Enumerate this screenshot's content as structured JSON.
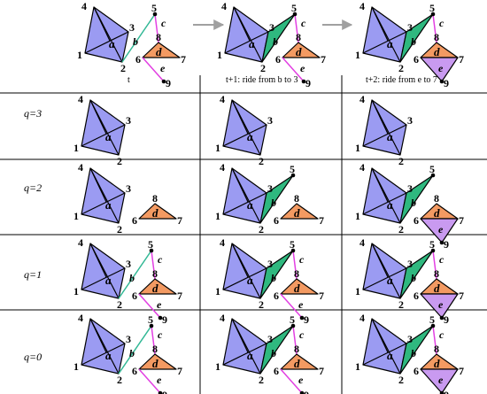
{
  "columns": [
    "t",
    "t+1: ride from b to 3",
    "t+2: ride from e to 7"
  ],
  "rows": [
    {
      "q": "q=3"
    },
    {
      "q": "q=2"
    },
    {
      "q": "q=1"
    },
    {
      "q": "q=0"
    }
  ],
  "face_labels": {
    "a": "a",
    "b": "b",
    "c": "c",
    "d": "d",
    "e": "e"
  },
  "vertex_labels": [
    "1",
    "2",
    "3",
    "4",
    "5",
    "6",
    "7",
    "8",
    "9"
  ],
  "colors": {
    "blue": "#9b9bf2",
    "green": "#2fb87f",
    "orange": "#f39a62",
    "purple": "#c99af0",
    "magenta_edge": "#e23fe2",
    "teal_edge": "#31b895",
    "arrow": "#a0a0a0",
    "rule": "#000000"
  }
}
